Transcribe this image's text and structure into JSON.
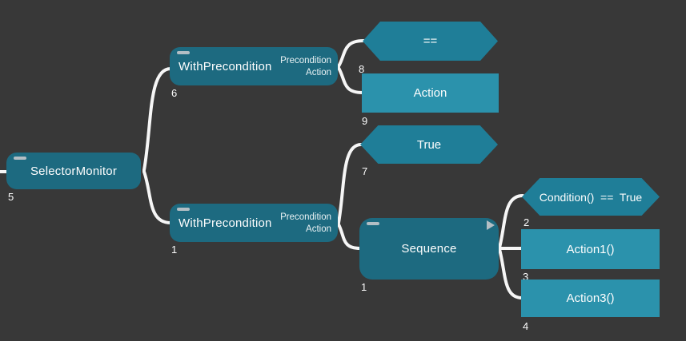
{
  "palette": {
    "canvas_bg": "#383838",
    "composite_fill": "#1d6a80",
    "condition_fill": "#1f7e98",
    "action_fill": "#2b92ac",
    "wire": "#f6f6f6",
    "text": "#fdfdfd",
    "port_text": "#eaf2f4",
    "icon": "#b3bec4"
  },
  "nodes": {
    "selector": {
      "title": "SelectorMonitor",
      "order": "5"
    },
    "wp_top": {
      "title": "WithPrecondition",
      "order": "6",
      "ports": {
        "precondition": "Precondition",
        "action": "Action"
      }
    },
    "eq_hex": {
      "title": "==",
      "order": "8"
    },
    "action_rect": {
      "title": "Action",
      "order": "9"
    },
    "true_hex": {
      "title": "True",
      "order": "7"
    },
    "wp_bottom": {
      "title": "WithPrecondition",
      "order": "1",
      "ports": {
        "precondition": "Precondition",
        "action": "Action"
      }
    },
    "sequence": {
      "title": "Sequence",
      "order": "1"
    },
    "cond_hex": {
      "title": "Condition()  ==  True",
      "order": "2"
    },
    "action1_rect": {
      "title": "Action1()",
      "order": "3"
    },
    "action3_rect": {
      "title": "Action3()",
      "order": "4"
    }
  },
  "connections": [
    {
      "from": "offscreen-parent",
      "to": "selector"
    },
    {
      "from": "selector",
      "to": "wp_top"
    },
    {
      "from": "selector",
      "to": "wp_bottom"
    },
    {
      "from": "wp_top.precondition",
      "to": "eq_hex"
    },
    {
      "from": "wp_top.action",
      "to": "action_rect"
    },
    {
      "from": "wp_bottom.precondition",
      "to": "true_hex"
    },
    {
      "from": "wp_bottom.action",
      "to": "sequence"
    },
    {
      "from": "sequence",
      "to": "cond_hex"
    },
    {
      "from": "sequence",
      "to": "action1_rect"
    },
    {
      "from": "sequence",
      "to": "action3_rect"
    }
  ]
}
